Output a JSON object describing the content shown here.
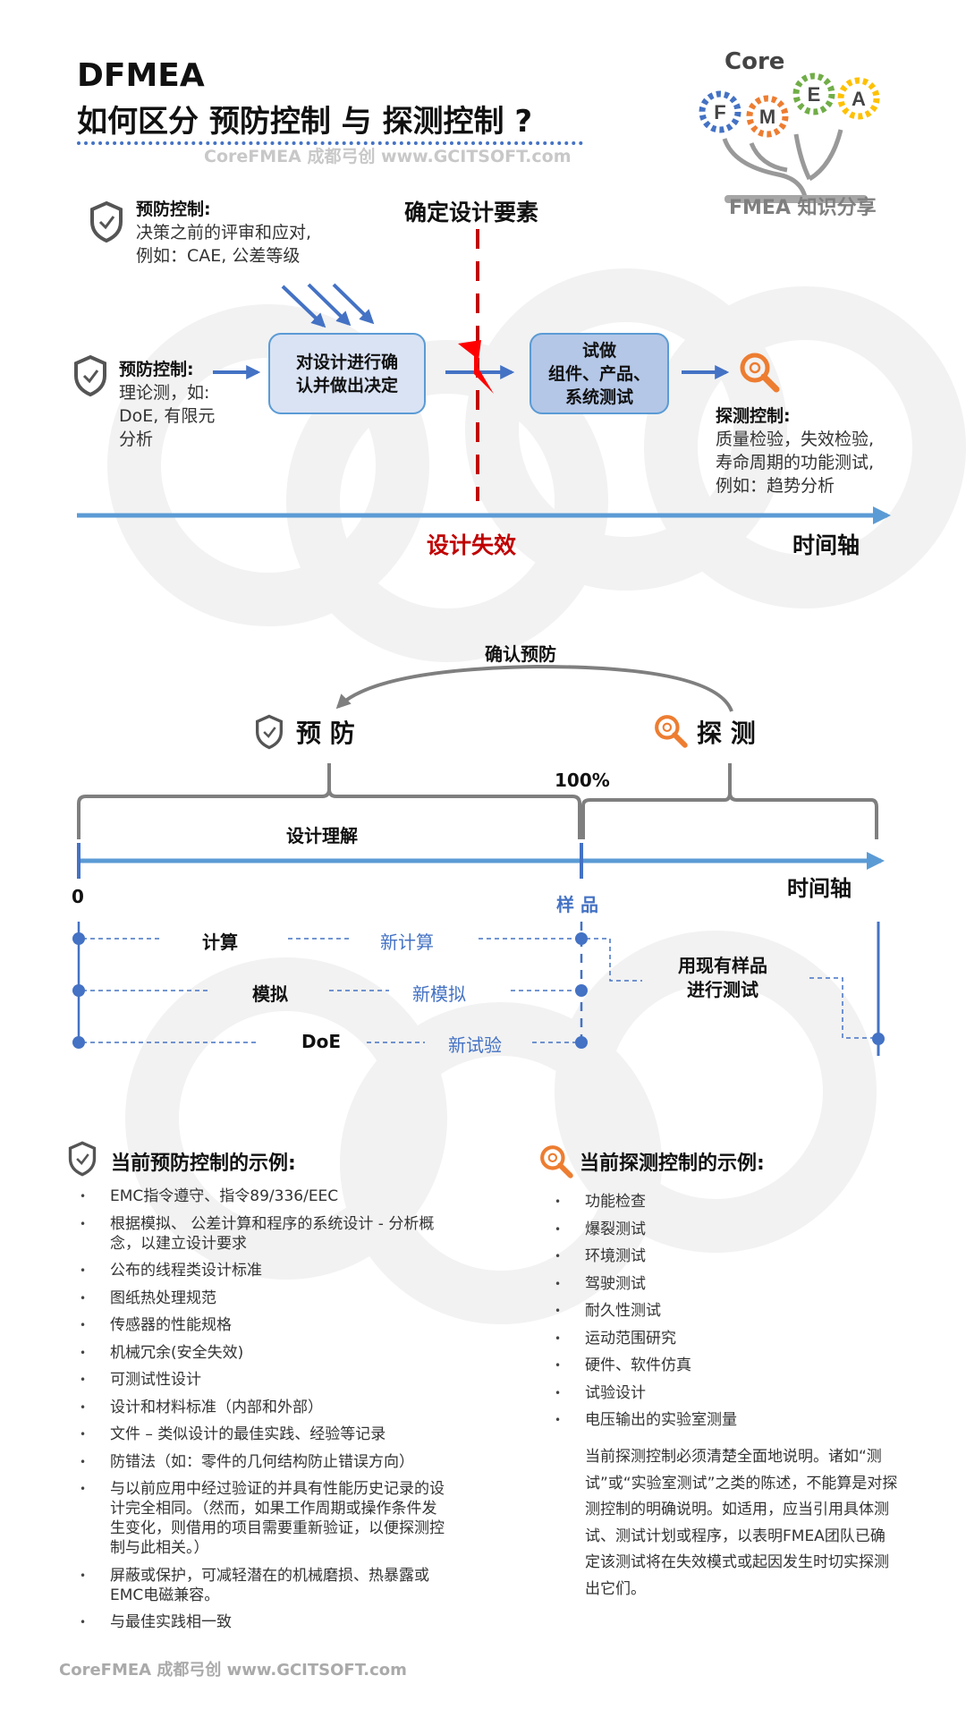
{
  "header": {
    "title": "DFMEA",
    "subtitle": "如何区分 预防控制 与 探测控制 ?",
    "watermark": "CoreFMEA  成都弓创 www.GCITSOFT.com"
  },
  "logo": {
    "word": "Core",
    "letters": [
      "F",
      "M",
      "E",
      "A"
    ],
    "caption": "FMEA 知识分享",
    "colors": {
      "F": "#4472c4",
      "M": "#ed7d31",
      "E": "#70ad47",
      "A": "#ffc000"
    }
  },
  "diagram1": {
    "milestone": "确定设计要素",
    "prevention_top": {
      "title": "预防控制:",
      "lines": [
        "决策之前的评审和应对,",
        "例如：CAE, 公差等级"
      ]
    },
    "prevention_left": {
      "title": "预防控制:",
      "lines": [
        "理论测，如:",
        "DoE, 有限元",
        "分析"
      ]
    },
    "box1": [
      "对设计进行确",
      "认并做出决定"
    ],
    "box2": [
      "试做",
      "组件、产品、",
      "系统测试"
    ],
    "detection": {
      "title": "探测控制:",
      "lines": [
        "质量检验，失效检验,",
        "寿命周期的功能测试,",
        "例如：趋势分析"
      ]
    },
    "failure_label": "设计失效",
    "axis_label": "时间轴"
  },
  "diagram2": {
    "confirm": "确认预防",
    "prevention": "预 防",
    "detection": "探 测",
    "percent": "100%",
    "understanding": "设计理解",
    "zero": "0",
    "sample": "样 品",
    "axis_label": "时间轴",
    "rows": [
      {
        "old": "计算",
        "new": "新计算"
      },
      {
        "old": "模拟",
        "new": "新模拟"
      },
      {
        "old": "DoE",
        "new": "新试验"
      }
    ],
    "test_existing": [
      "用现有样品",
      "进行测试"
    ]
  },
  "examples": {
    "prevention_heading": "当前预防控制的示例:",
    "prevention_items": [
      "EMC指令遵守、指令89/336/EEC",
      "根据模拟、 公差计算和程序的系统设计 - 分析概念，以建立设计要求",
      "公布的线程类设计标准",
      "图纸热处理规范",
      "传感器的性能规格",
      "机械冗余(安全失效)",
      "可测试性设计",
      "设计和材料标准（内部和外部）",
      "文件 – 类似设计的最佳实践、经验等记录",
      "防错法（如：零件的几何结构防止错误方向）",
      "与以前应用中经过验证的并具有性能历史记录的设计完全相同。（然而，如果工作周期或操作条件发生变化，则借用的项目需要重新验证，以便探测控制与此相关。）",
      "屏蔽或保护，可减轻潜在的机械磨损、热暴露或EMC电磁兼容。",
      "与最佳实践相一致"
    ],
    "detection_heading": "当前探测控制的示例:",
    "detection_items": [
      "功能检查",
      "爆裂测试",
      "环境测试",
      "驾驶测试",
      "耐久性测试",
      "运动范围研究",
      "硬件、软件仿真",
      "试验设计",
      "电压输出的实验室测量"
    ],
    "detection_note": "当前探测控制必须清楚全面地说明。诸如“测试”或“实验室测试”之类的陈述，不能算是对探测控制的明确说明。如适用，应当引用具体测试、测试计划或程序，以表明FMEA团队已确定该测试将在失效模式或起因发生时切实探测出它们。"
  },
  "footer": {
    "watermark": "CoreFMEA  成都弓创 www.GCITSOFT.com"
  },
  "colors": {
    "blue": "#4472c4",
    "axis": "#5b9bd5",
    "red": "#c00000",
    "orange": "#ed7d31",
    "box1": "#dae3f3",
    "box2": "#b4c7e7"
  }
}
